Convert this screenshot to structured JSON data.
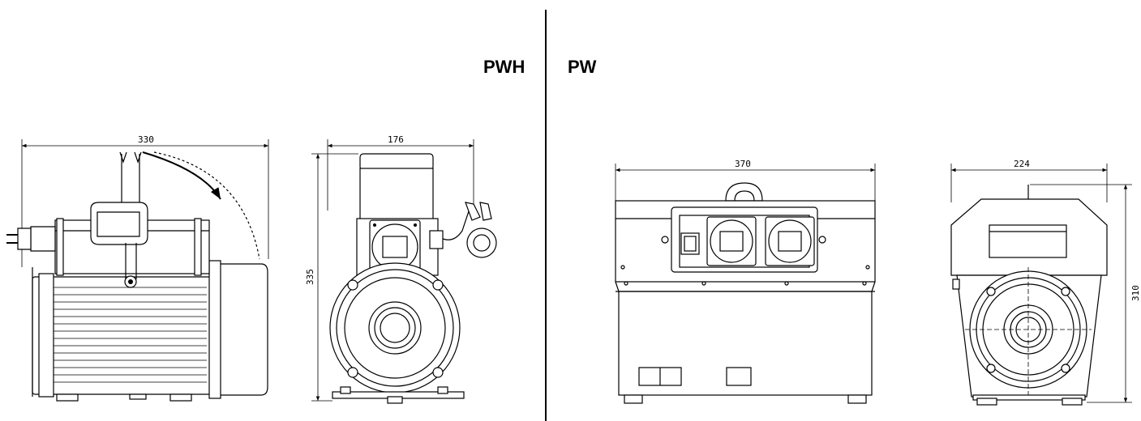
{
  "labels": {
    "left_model": "PWH",
    "right_model": "PW"
  },
  "dimensions": {
    "pwh_side_width": "330",
    "pwh_front_width": "176",
    "pwh_front_height": "335",
    "pw_side_width": "370",
    "pw_front_width": "224",
    "pw_front_height": "310"
  }
}
